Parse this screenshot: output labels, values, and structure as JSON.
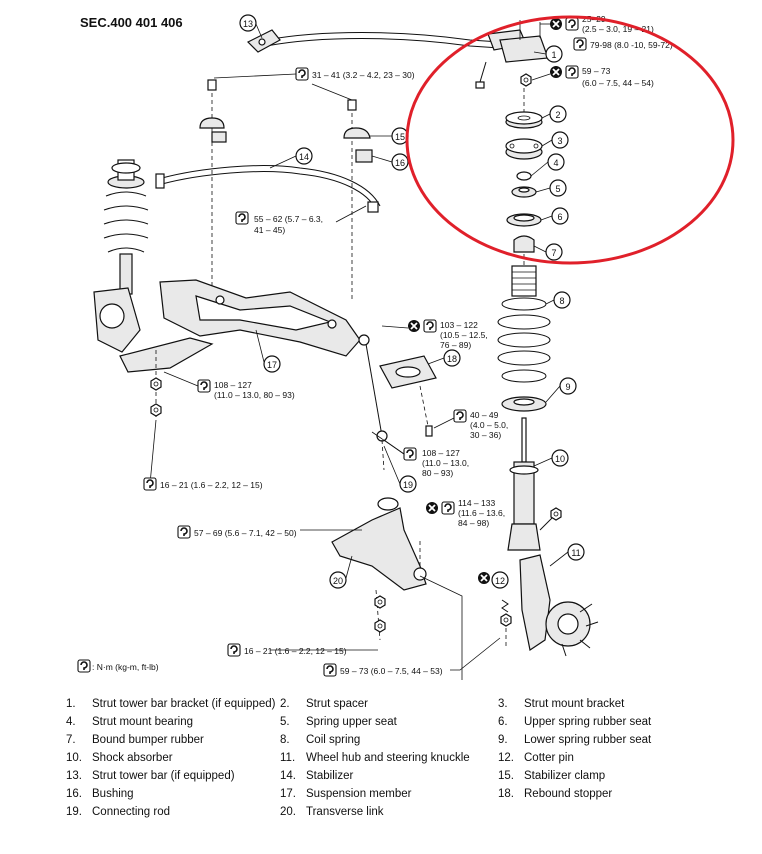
{
  "section": "SEC.400 401 406",
  "unit_note": ": N·m (kg-m, ft-lb)",
  "callouts": [
    "1",
    "2",
    "3",
    "4",
    "5",
    "6",
    "7",
    "8",
    "9",
    "10",
    "11",
    "12",
    "13",
    "14",
    "15",
    "16",
    "17",
    "18",
    "19",
    "20"
  ],
  "torques": [
    {
      "id": "t1",
      "l1": "25–29",
      "l2": "(2.5 – 3.0, 19 – 21)",
      "l3": ""
    },
    {
      "id": "t2",
      "l1": "79-98 (8.0 -10, 59-72)",
      "l2": "",
      "l3": ""
    },
    {
      "id": "t3",
      "l1": "59 – 73",
      "l2": "(6.0 – 7.5, 44 – 54)",
      "l3": ""
    },
    {
      "id": "t4",
      "l1": "31 – 41 (3.2 – 4.2, 23 – 30)",
      "l2": "",
      "l3": ""
    },
    {
      "id": "t5",
      "l1": "55 – 62 (5.7 – 6.3,",
      "l2": "41 – 45)",
      "l3": ""
    },
    {
      "id": "t6",
      "l1": "103 – 122",
      "l2": "(10.5 – 12.5,",
      "l3": "76 – 89)"
    },
    {
      "id": "t7",
      "l1": "108 – 127",
      "l2": "(11.0 – 13.0, 80 – 93)",
      "l3": ""
    },
    {
      "id": "t8",
      "l1": "40 – 49",
      "l2": "(4.0 – 5.0,",
      "l3": "30 – 36)"
    },
    {
      "id": "t9",
      "l1": "108 – 127",
      "l2": "(11.0 – 13.0,",
      "l3": "80 – 93)"
    },
    {
      "id": "t10",
      "l1": "16 – 21 (1.6 – 2.2, 12 – 15)",
      "l2": "",
      "l3": ""
    },
    {
      "id": "t11",
      "l1": "114 – 133",
      "l2": "(11.6 – 13.6,",
      "l3": "84 – 98)"
    },
    {
      "id": "t12",
      "l1": "57 – 69 (5.6 – 7.1, 42 – 50)",
      "l2": "",
      "l3": ""
    },
    {
      "id": "t13",
      "l1": "16 – 21 (1.6 – 2.2, 12 – 15)",
      "l2": "",
      "l3": ""
    },
    {
      "id": "t14",
      "l1": "59 – 73 (6.0 – 7.5, 44 – 53)",
      "l2": "",
      "l3": ""
    }
  ],
  "legend": [
    {
      "num": "1.",
      "label": "Strut tower bar bracket (if equipped)"
    },
    {
      "num": "2.",
      "label": "Strut spacer"
    },
    {
      "num": "3.",
      "label": "Strut mount bracket"
    },
    {
      "num": "4.",
      "label": "Strut mount bearing"
    },
    {
      "num": "5.",
      "label": "Spring upper seat"
    },
    {
      "num": "6.",
      "label": "Upper spring rubber seat"
    },
    {
      "num": "7.",
      "label": "Bound bumper rubber"
    },
    {
      "num": "8.",
      "label": "Coil spring"
    },
    {
      "num": "9.",
      "label": "Lower spring rubber seat"
    },
    {
      "num": "10.",
      "label": "Shock absorber"
    },
    {
      "num": "11.",
      "label": "Wheel hub and steering knuckle"
    },
    {
      "num": "12.",
      "label": "Cotter pin"
    },
    {
      "num": "13.",
      "label": "Strut tower bar (if equipped)"
    },
    {
      "num": "14.",
      "label": "Stabilizer"
    },
    {
      "num": "15.",
      "label": "Stabilizer clamp"
    },
    {
      "num": "16.",
      "label": "Bushing"
    },
    {
      "num": "17.",
      "label": "Suspension member"
    },
    {
      "num": "18.",
      "label": "Rebound stopper"
    },
    {
      "num": "19.",
      "label": "Connecting rod"
    },
    {
      "num": "20.",
      "label": "Transverse link"
    }
  ],
  "highlight_color": "#e0202a"
}
